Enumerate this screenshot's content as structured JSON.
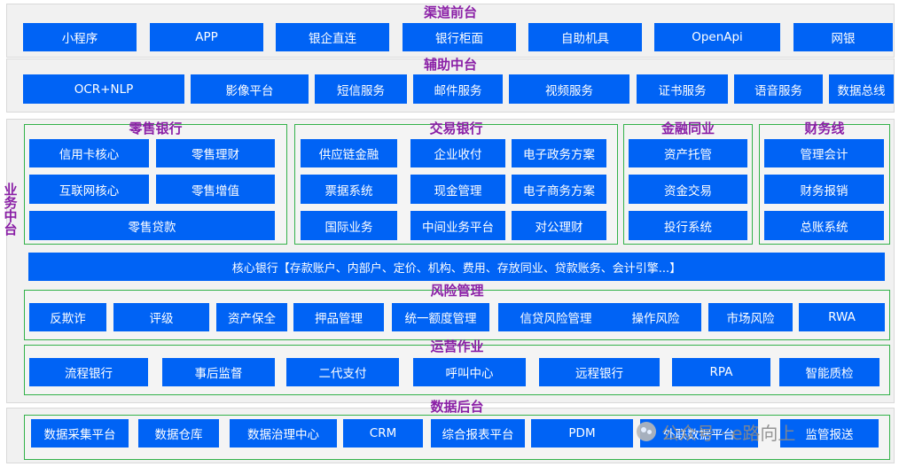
{
  "channel": {
    "title": "渠道前台",
    "items": [
      "小程序",
      "APP",
      "银企直连",
      "银行柜面",
      "自助机具",
      "OpenApi",
      "网银"
    ]
  },
  "auxiliary": {
    "title": "辅助中台",
    "items": [
      "OCR+NLP",
      "影像平台",
      "短信服务",
      "邮件服务",
      "视频服务",
      "证书服务",
      "语音服务",
      "数据总线"
    ]
  },
  "business": {
    "label": "业务中台",
    "retail": {
      "title": "零售银行",
      "items": [
        "信用卡核心",
        "零售理财",
        "互联网核心",
        "零售增值",
        "零售贷款"
      ]
    },
    "transaction": {
      "title": "交易银行",
      "items": [
        "供应链金融",
        "企业收付",
        "电子政务方案",
        "票据系统",
        "现金管理",
        "电子商务方案",
        "国际业务",
        "中间业务平台",
        "对公理财"
      ]
    },
    "interbank": {
      "title": "金融同业",
      "items": [
        "资产托管",
        "资金交易",
        "投行系统"
      ]
    },
    "finance": {
      "title": "财务线",
      "items": [
        "管理会计",
        "财务报销",
        "总账系统"
      ]
    },
    "core": "核心银行【存款账户、内部户、定价、机构、费用、存放同业、贷款账务、会计引擎...】",
    "risk": {
      "title": "风险管理",
      "items": [
        "反欺诈",
        "评级",
        "资产保全",
        "押品管理",
        "统一额度管理",
        "信贷风险管理",
        "操作风险",
        "市场风险",
        "RWA"
      ]
    },
    "ops": {
      "title": "运营作业",
      "items": [
        "流程银行",
        "事后监督",
        "二代支付",
        "呼叫中心",
        "远程银行",
        "RPA",
        "智能质检"
      ]
    }
  },
  "data": {
    "title": "数据后台",
    "items": [
      "数据采集平台",
      "数据仓库",
      "数据治理中心",
      "CRM",
      "综合报表平台",
      "PDM",
      "外联数据平台",
      "监管报送"
    ]
  },
  "watermark": {
    "text": "公众号 · e路向上"
  }
}
